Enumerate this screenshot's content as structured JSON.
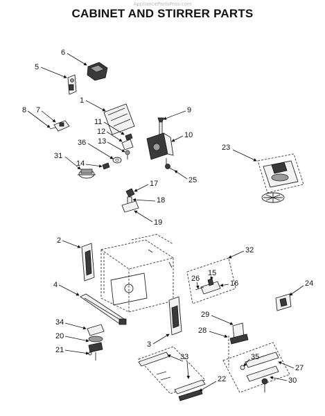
{
  "watermark": "AppliancePartsPros.com",
  "title": "CABINET AND STIRRER PARTS",
  "callouts": [
    "1",
    "2",
    "3",
    "4",
    "5",
    "6",
    "7",
    "8",
    "9",
    "10",
    "11",
    "12",
    "13",
    "14",
    "15",
    "16",
    "17",
    "18",
    "19",
    "20",
    "21",
    "22",
    "23",
    "24",
    "25",
    "26",
    "27",
    "28",
    "29",
    "30",
    "31",
    "32",
    "33",
    "34",
    "35",
    "36"
  ]
}
